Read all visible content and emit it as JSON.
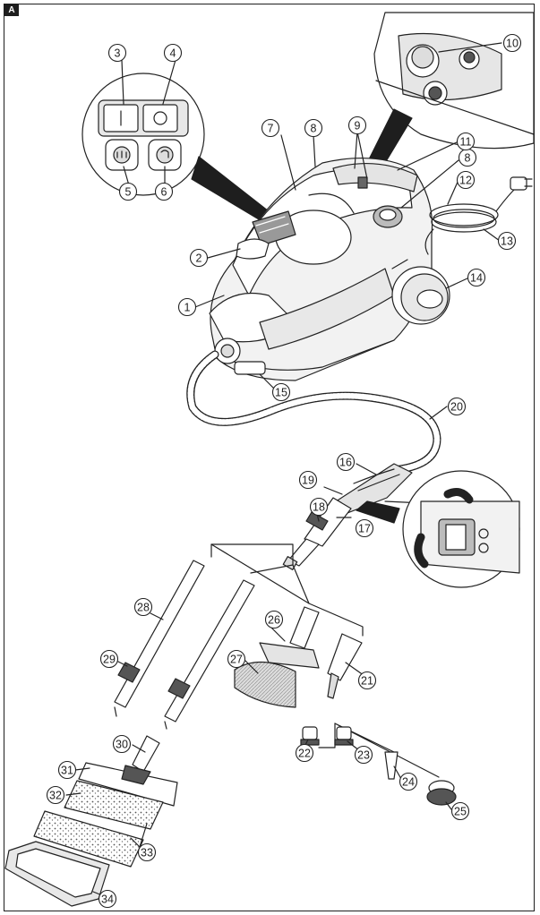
{
  "figure": {
    "label": "A"
  },
  "callouts": [
    {
      "id": "1"
    },
    {
      "id": "2"
    },
    {
      "id": "3"
    },
    {
      "id": "4"
    },
    {
      "id": "5"
    },
    {
      "id": "6"
    },
    {
      "id": "7"
    },
    {
      "id": "8"
    },
    {
      "id": "8"
    },
    {
      "id": "9"
    },
    {
      "id": "10"
    },
    {
      "id": "11"
    },
    {
      "id": "12"
    },
    {
      "id": "13"
    },
    {
      "id": "14"
    },
    {
      "id": "15"
    },
    {
      "id": "16"
    },
    {
      "id": "17"
    },
    {
      "id": "18"
    },
    {
      "id": "19"
    },
    {
      "id": "20"
    },
    {
      "id": "21"
    },
    {
      "id": "22"
    },
    {
      "id": "23"
    },
    {
      "id": "24"
    },
    {
      "id": "25"
    },
    {
      "id": "26"
    },
    {
      "id": "27"
    },
    {
      "id": "28"
    },
    {
      "id": "29"
    },
    {
      "id": "30"
    },
    {
      "id": "31"
    },
    {
      "id": "32"
    },
    {
      "id": "33"
    },
    {
      "id": "34"
    }
  ],
  "colors": {
    "line": "#222222",
    "body_fill": "#f2f2f2",
    "shade": "#bcbcbc",
    "dark": "#444444"
  }
}
